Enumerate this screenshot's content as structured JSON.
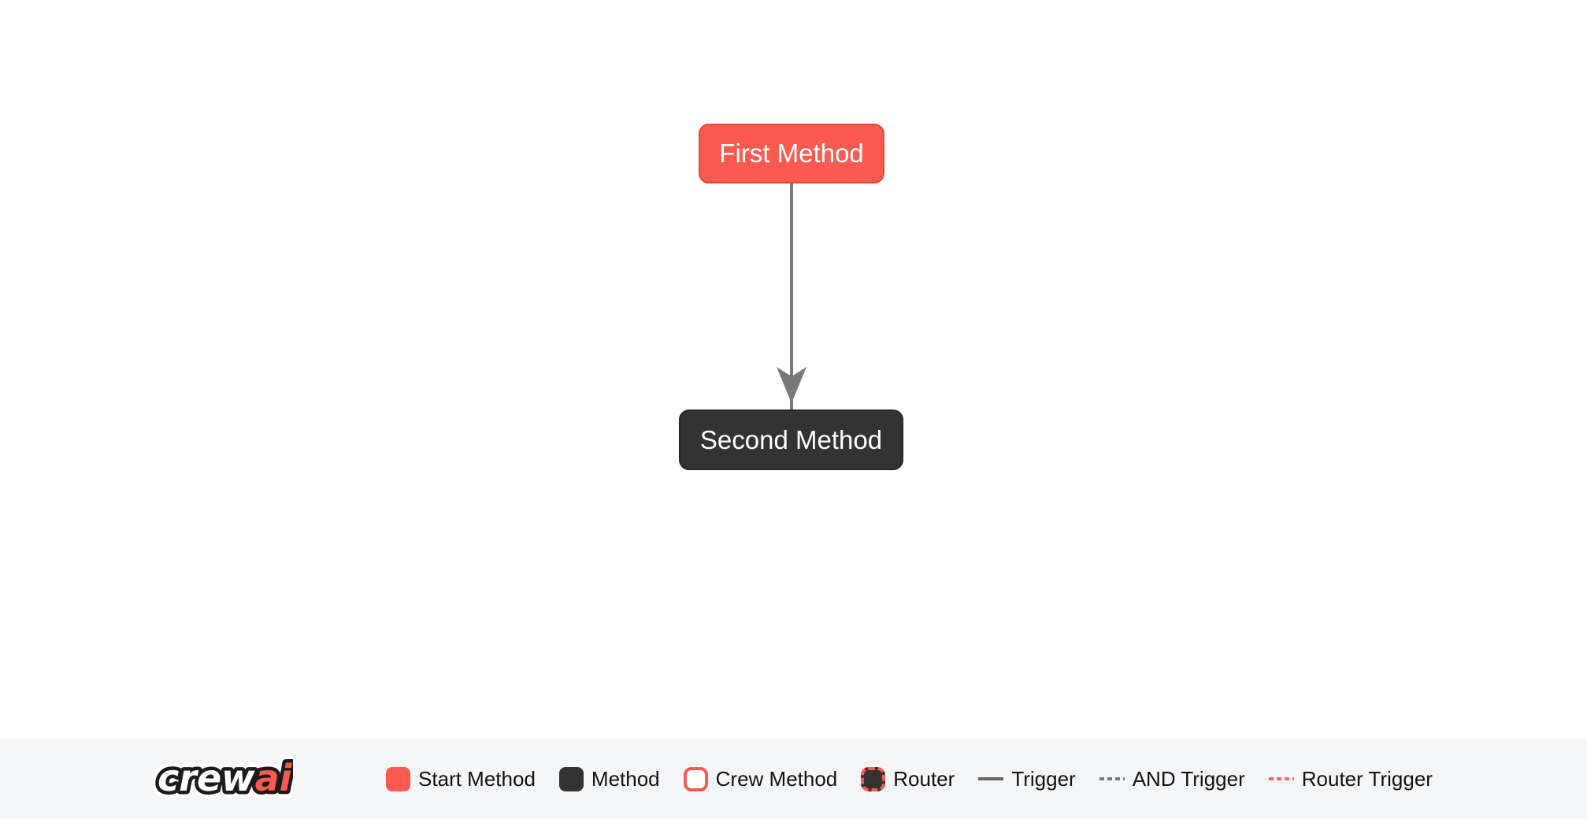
{
  "diagram": {
    "nodes": [
      {
        "id": "first_method",
        "label": "First Method",
        "type": "start-method"
      },
      {
        "id": "second_method",
        "label": "Second Method",
        "type": "method"
      }
    ],
    "edges": [
      {
        "from": "first_method",
        "to": "second_method",
        "type": "trigger"
      }
    ]
  },
  "legend": {
    "logo": {
      "part1": "crew",
      "part2": "ai",
      "full": "crewai"
    },
    "items": [
      {
        "label": "Start Method",
        "swatch": "start-method-swatch"
      },
      {
        "label": "Method",
        "swatch": "method-swatch"
      },
      {
        "label": "Crew Method",
        "swatch": "crew-method-swatch"
      },
      {
        "label": "Router",
        "swatch": "router-swatch"
      },
      {
        "label": "Trigger",
        "swatch": "trigger-line"
      },
      {
        "label": "AND Trigger",
        "swatch": "and-trigger-line"
      },
      {
        "label": "Router Trigger",
        "swatch": "router-trigger-line"
      }
    ]
  },
  "colors": {
    "coral": "#FB5A50",
    "coral_border": "#E2463B",
    "dark": "#333333",
    "edge_gray": "#787878",
    "trigger_gray": "#666666",
    "legend_bg": "#f5f6f8",
    "label_text": "#111111",
    "node_text": "#ffffff"
  }
}
